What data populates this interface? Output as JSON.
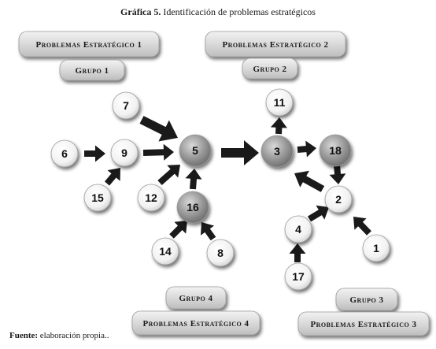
{
  "title": {
    "bold": "Gráfica 5.",
    "rest": " Identificación de problemas estratégicos"
  },
  "footer": {
    "bold": "Fuente:",
    "rest": " elaboración propia.."
  },
  "pills": [
    {
      "id": "pe1",
      "label": "Problemas Estratégico 1"
    },
    {
      "id": "g1",
      "label": "Grupo 1"
    },
    {
      "id": "pe2",
      "label": "Problemas Estratégico 2"
    },
    {
      "id": "g2",
      "label": "Grupo 2"
    },
    {
      "id": "g4",
      "label": "Grupo 4"
    },
    {
      "id": "pe4",
      "label": "Problemas Estratégico 4"
    },
    {
      "id": "g3",
      "label": "Grupo 3"
    },
    {
      "id": "pe3",
      "label": "Problemas Estratégico 3"
    }
  ],
  "nodes": [
    {
      "id": "n7",
      "label": "7",
      "style": "light"
    },
    {
      "id": "n6",
      "label": "6",
      "style": "light"
    },
    {
      "id": "n9",
      "label": "9",
      "style": "light"
    },
    {
      "id": "n15",
      "label": "15",
      "style": "light"
    },
    {
      "id": "n5",
      "label": "5",
      "style": "dark"
    },
    {
      "id": "n12",
      "label": "12",
      "style": "light"
    },
    {
      "id": "n16",
      "label": "16",
      "style": "dark"
    },
    {
      "id": "n14",
      "label": "14",
      "style": "light"
    },
    {
      "id": "n8",
      "label": "8",
      "style": "light"
    },
    {
      "id": "n11",
      "label": "11",
      "style": "light"
    },
    {
      "id": "n3",
      "label": "3",
      "style": "dark"
    },
    {
      "id": "n18",
      "label": "18",
      "style": "dark"
    },
    {
      "id": "n2",
      "label": "2",
      "style": "light"
    },
    {
      "id": "n4",
      "label": "4",
      "style": "light"
    },
    {
      "id": "n17",
      "label": "17",
      "style": "light"
    },
    {
      "id": "n1",
      "label": "1",
      "style": "light"
    }
  ],
  "edges": [
    {
      "from": "n7",
      "to": "n5"
    },
    {
      "from": "n6",
      "to": "n9"
    },
    {
      "from": "n15",
      "to": "n9"
    },
    {
      "from": "n9",
      "to": "n5"
    },
    {
      "from": "n12",
      "to": "n5"
    },
    {
      "from": "n16",
      "to": "n5"
    },
    {
      "from": "n14",
      "to": "n16"
    },
    {
      "from": "n8",
      "to": "n16"
    },
    {
      "from": "n5",
      "to": "n3"
    },
    {
      "from": "n3",
      "to": "n11"
    },
    {
      "from": "n3",
      "to": "n18"
    },
    {
      "from": "n18",
      "to": "n2"
    },
    {
      "from": "n2",
      "to": "n3"
    },
    {
      "from": "n4",
      "to": "n2"
    },
    {
      "from": "n17",
      "to": "n4"
    },
    {
      "from": "n1",
      "to": "n2"
    }
  ],
  "colors": {
    "light_node": "#f4f4f4",
    "dark_node": "#8e8e8e",
    "arrow": "#1a1a1a",
    "pill": "#d6d6d6"
  }
}
